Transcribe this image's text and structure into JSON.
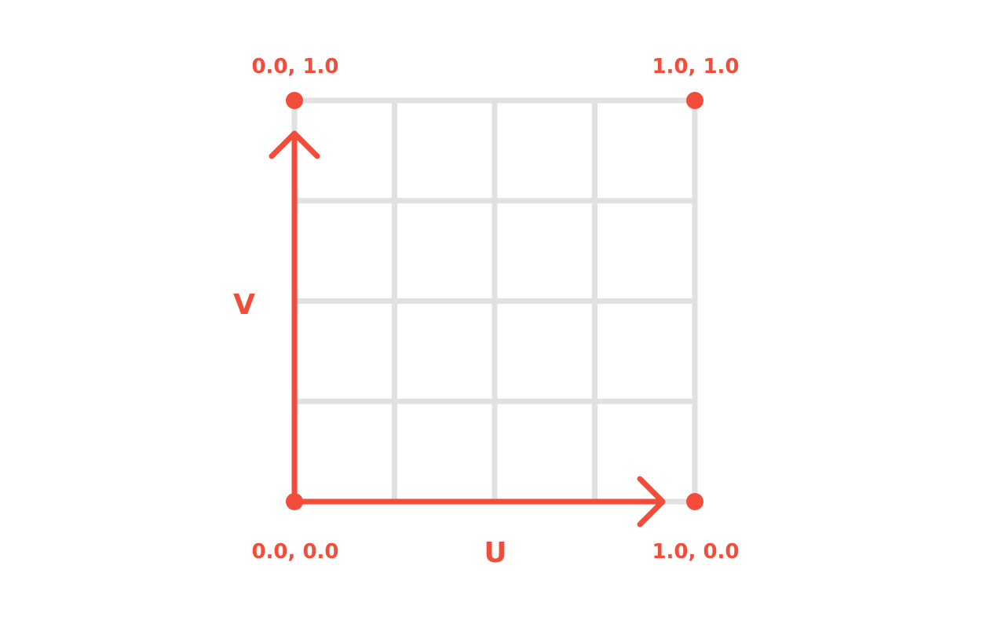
{
  "colors": {
    "accent": "#f24d3a",
    "grid": "#e1e1e1",
    "background": "#ffffff"
  },
  "grid": {
    "divisions": 4
  },
  "corners": {
    "top_left": "0.0, 1.0",
    "top_right": "1.0, 1.0",
    "bottom_left": "0.0, 0.0",
    "bottom_right": "1.0, 0.0"
  },
  "axes": {
    "u_label": "U",
    "v_label": "V"
  }
}
